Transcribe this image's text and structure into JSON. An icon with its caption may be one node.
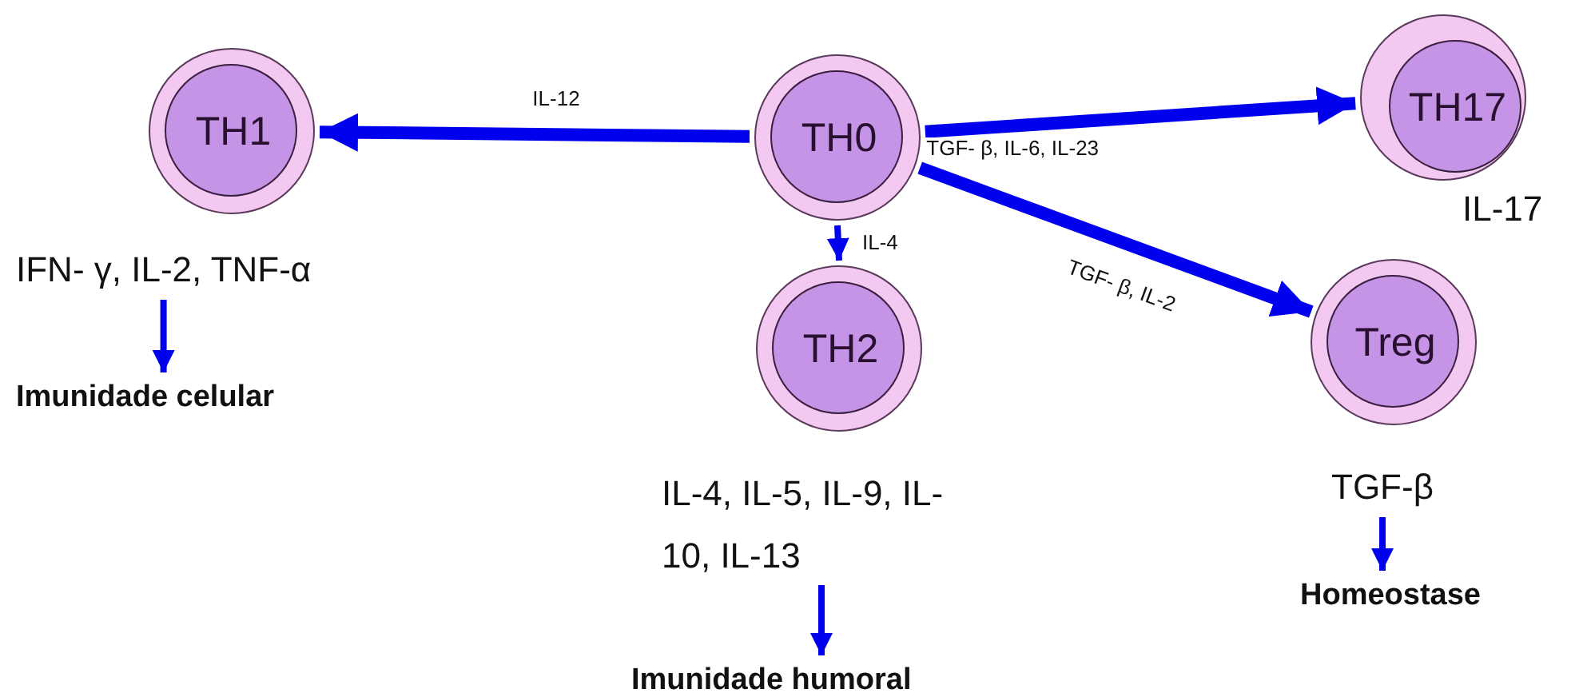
{
  "diagram": {
    "nodes": [
      {
        "text": [
          "TH0"
        ]
      },
      {
        "text": [
          "TH1"
        ]
      },
      {
        "text": [
          "TH17"
        ],
        "beside": [
          "IL-17"
        ]
      },
      {
        "text": [
          "TH2"
        ]
      },
      {
        "text": [
          "Treg"
        ]
      },
      {
        "text": [
          "IFN- γ, IL-2, TNF-α"
        ]
      },
      {
        "text": [
          "Imunidade celular"
        ]
      },
      {
        "text": [
          "IL-4, IL-5, IL-9, IL-10, IL-13"
        ]
      },
      {
        "text": [
          "Imunidade humoral"
        ]
      },
      {
        "text": [
          "TGF-β"
        ]
      },
      {
        "text": [
          "Homeostase"
        ]
      }
    ],
    "edges": [
      {
        "from": 0,
        "to": 1,
        "arrow": "to",
        "label": "IL-12",
        "style": "thick"
      },
      {
        "from": 0,
        "to": 2,
        "arrow": "to",
        "label": "TGF- β, IL-6, IL-23",
        "style": "thick"
      },
      {
        "from": 0,
        "to": 3,
        "arrow": "to",
        "label": "IL-4"
      },
      {
        "from": 0,
        "to": 4,
        "arrow": "to",
        "label": "TGF- β, IL-2",
        "style": "thick"
      },
      {
        "from": 5,
        "to": 6,
        "arrow": "to"
      },
      {
        "from": 7,
        "to": 8,
        "arrow": "to"
      },
      {
        "from": 9,
        "to": 10,
        "arrow": "to"
      }
    ]
  }
}
